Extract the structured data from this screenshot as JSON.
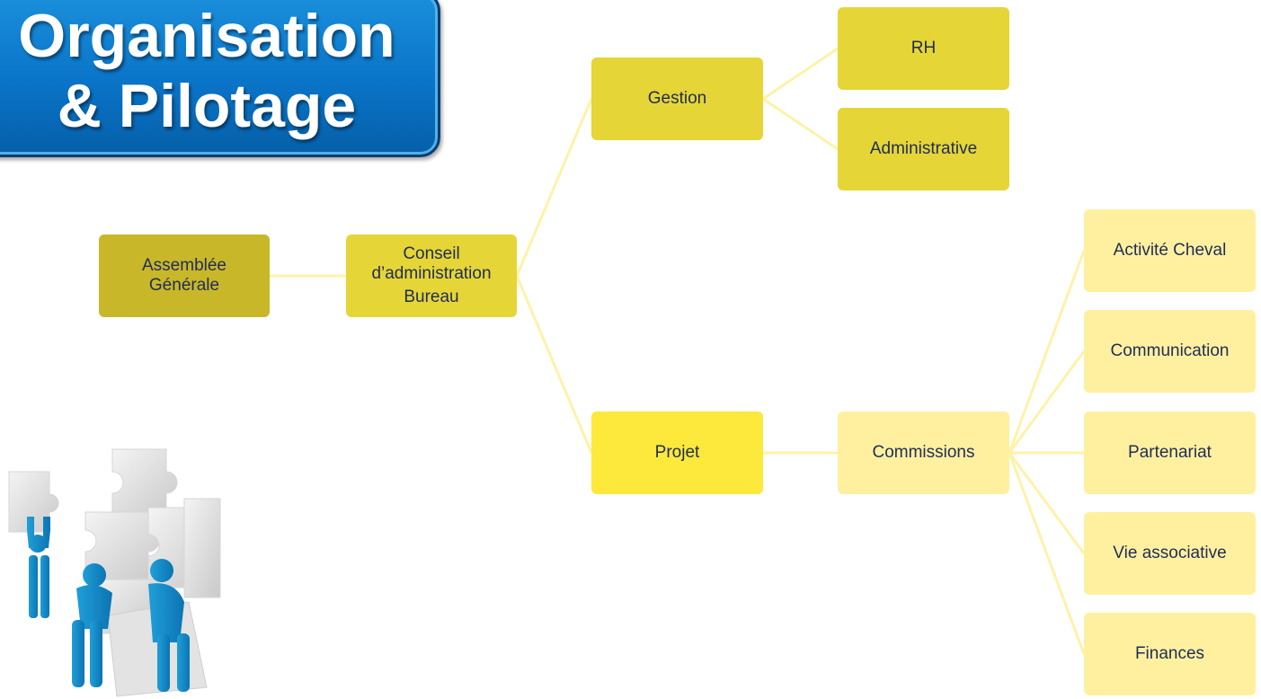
{
  "title": {
    "line1": "Organisation",
    "line2": "& Pilotage"
  },
  "nodes": {
    "assemblee": {
      "line1": "Assemblée",
      "line2": "Générale"
    },
    "conseil": {
      "line1": "Conseil",
      "line2": "d’administration",
      "line3": "Bureau"
    },
    "gestion": "Gestion",
    "rh": "RH",
    "administrative": "Administrative",
    "projet": "Projet",
    "commissions": "Commissions",
    "activite": "Activité Cheval",
    "communication": "Communication",
    "partenariat": "Partenariat",
    "vie": "Vie associative",
    "finances": "Finances"
  },
  "colors": {
    "connector": "#fff2a8",
    "root": "#c9b72a",
    "board": "#e6d536",
    "project": "#fde83c",
    "commission_items": "#fff0a0",
    "title_bg": "#0a74c8"
  },
  "illustration": "puzzle-team-icon"
}
